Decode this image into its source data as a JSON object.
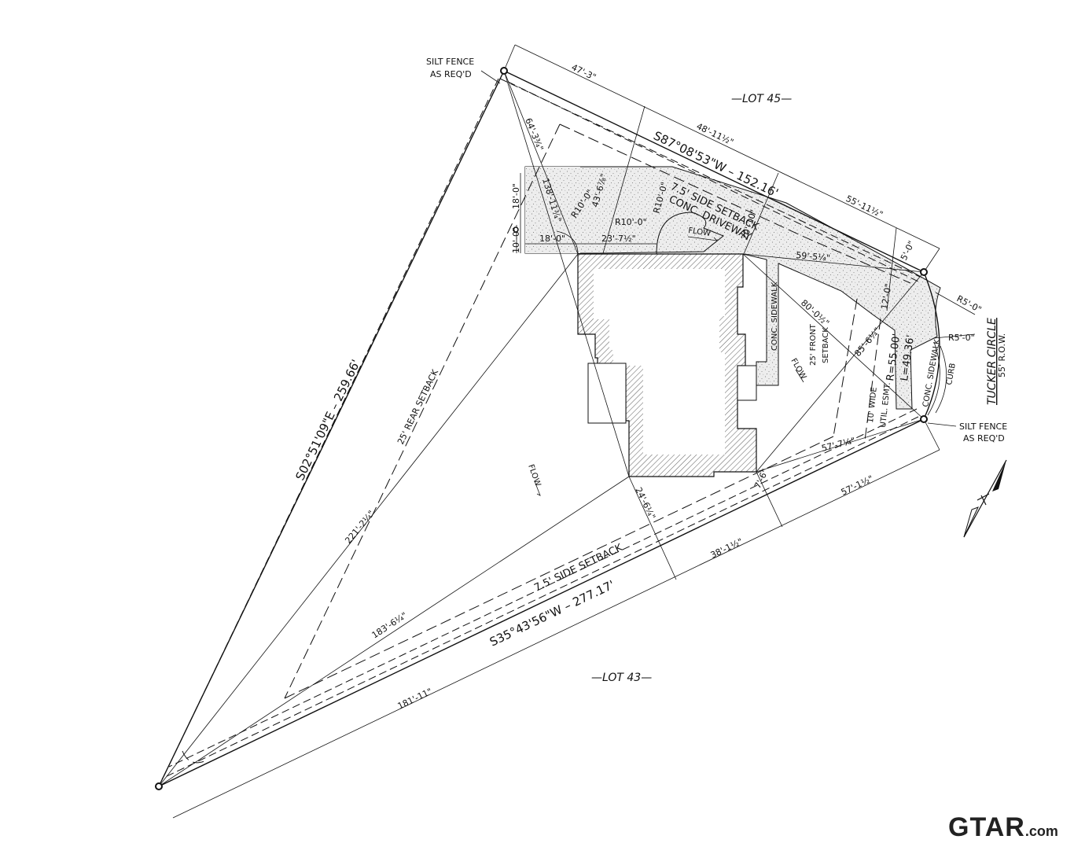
{
  "labels": {
    "silt_fence_top_1": "SILT FENCE",
    "silt_fence_top_2": "AS REQ'D",
    "silt_fence_right_1": "SILT FENCE",
    "silt_fence_right_2": "AS REQ'D",
    "lot_45": "—LOT 45—",
    "lot_43": "—LOT 43—",
    "bearing_north": "S87°08'53\"W  –  152.16'",
    "bearing_west": "S02°51'09\"E  –  259.66'",
    "bearing_south": "S35°43'56\"W  –  277.17'",
    "side_setback_north": "7.5' SIDE SETBACK",
    "driveway": "CONC. DRIVEWAY",
    "side_setback_south": "7.5' SIDE SETBACK",
    "rear_setback": "25' REAR SETBACK",
    "front_setback_1": "25' FRONT",
    "front_setback_2": "SETBACK",
    "sidewalk_house": "CONC. SIDEWALK",
    "sidewalk_street": "CONC. SIDEWALK",
    "util_esmt_1": "10' WIDE",
    "util_esmt_2": "UTIL. ESMT.",
    "curve_radius": "R=55.00'",
    "curve_length": "L=49.36'",
    "curb": "CURB",
    "street_name": "TUCKER CIRCLE",
    "row_width": "55' R.O.W.",
    "flow_1": "FLOW",
    "flow_2": "FLOW",
    "flow_3": "FLOW"
  },
  "dimensions": {
    "d_47_3": "47'-3\"",
    "d_48_11": "48'-11½\"",
    "d_55_11": "55'-11½\"",
    "d_5_0": "5'-0\"",
    "d_64_3": "64'-3¾\"",
    "d_138_11": "138'-11¾\"",
    "d_43_6": "43'-6⅞\"",
    "d_r10_a": "R10'-0\"",
    "d_r10_b": "R10'-0\"",
    "d_r10_c": "R10'-0\"",
    "d_18_v": "18'-0\"",
    "d_10_v": "10'-0\"",
    "d_18_h": "18'-0\"",
    "d_23_7": "23'-7½\"",
    "d_20_10": "20'-10\"",
    "d_59_5": "59'-5¼\"",
    "d_12_0": "12'-0\"",
    "d_r5_a": "R5'-0\"",
    "d_r5_b": "R5'-0\"",
    "d_80_0": "80'-0½\"",
    "d_85_6": "85'-6¼\"",
    "d_57_7": "57'-7¼\"",
    "d_7_6": "7'-6\"",
    "d_57_1": "57'-1½\"",
    "d_24_6": "24'-6¼\"",
    "d_38_1": "38'-1½\"",
    "d_221_2": "221'-2¼\"",
    "d_183_6": "183'-6¼\"",
    "d_181_11": "181'-11\""
  },
  "logo": {
    "main": "GTAR",
    "suffix": ".com"
  }
}
